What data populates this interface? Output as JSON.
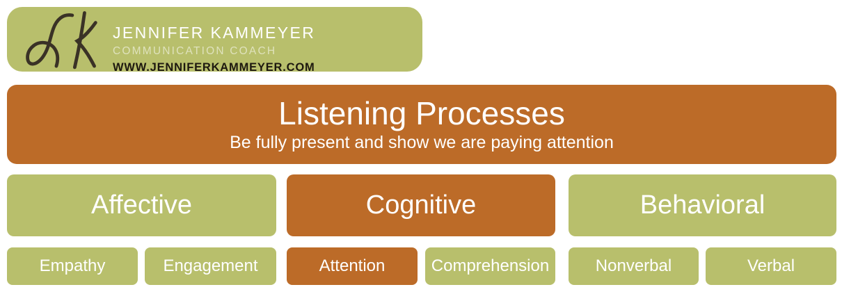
{
  "colors": {
    "green": "#b8bf6c",
    "orange": "#bc6b28",
    "ink-dark": "#3a3226"
  },
  "logo": {
    "monogram": "JK",
    "name": "JENNIFER KAMMEYER",
    "tagline": "COMMUNICATION COACH",
    "website": "WWW.JENNIFERKAMMEYER.COM"
  },
  "banner": {
    "title": "Listening Processes",
    "subtitle": "Be fully present and show we are paying attention"
  },
  "categories": [
    {
      "label": "Affective",
      "highlighted": false
    },
    {
      "label": "Cognitive",
      "highlighted": true
    },
    {
      "label": "Behavioral",
      "highlighted": false
    }
  ],
  "subcategories": [
    {
      "label": "Empathy",
      "highlighted": false
    },
    {
      "label": "Engagement",
      "highlighted": false
    },
    {
      "label": "Attention",
      "highlighted": true
    },
    {
      "label": "Comprehension",
      "highlighted": false
    },
    {
      "label": "Nonverbal",
      "highlighted": false
    },
    {
      "label": "Verbal",
      "highlighted": false
    }
  ]
}
